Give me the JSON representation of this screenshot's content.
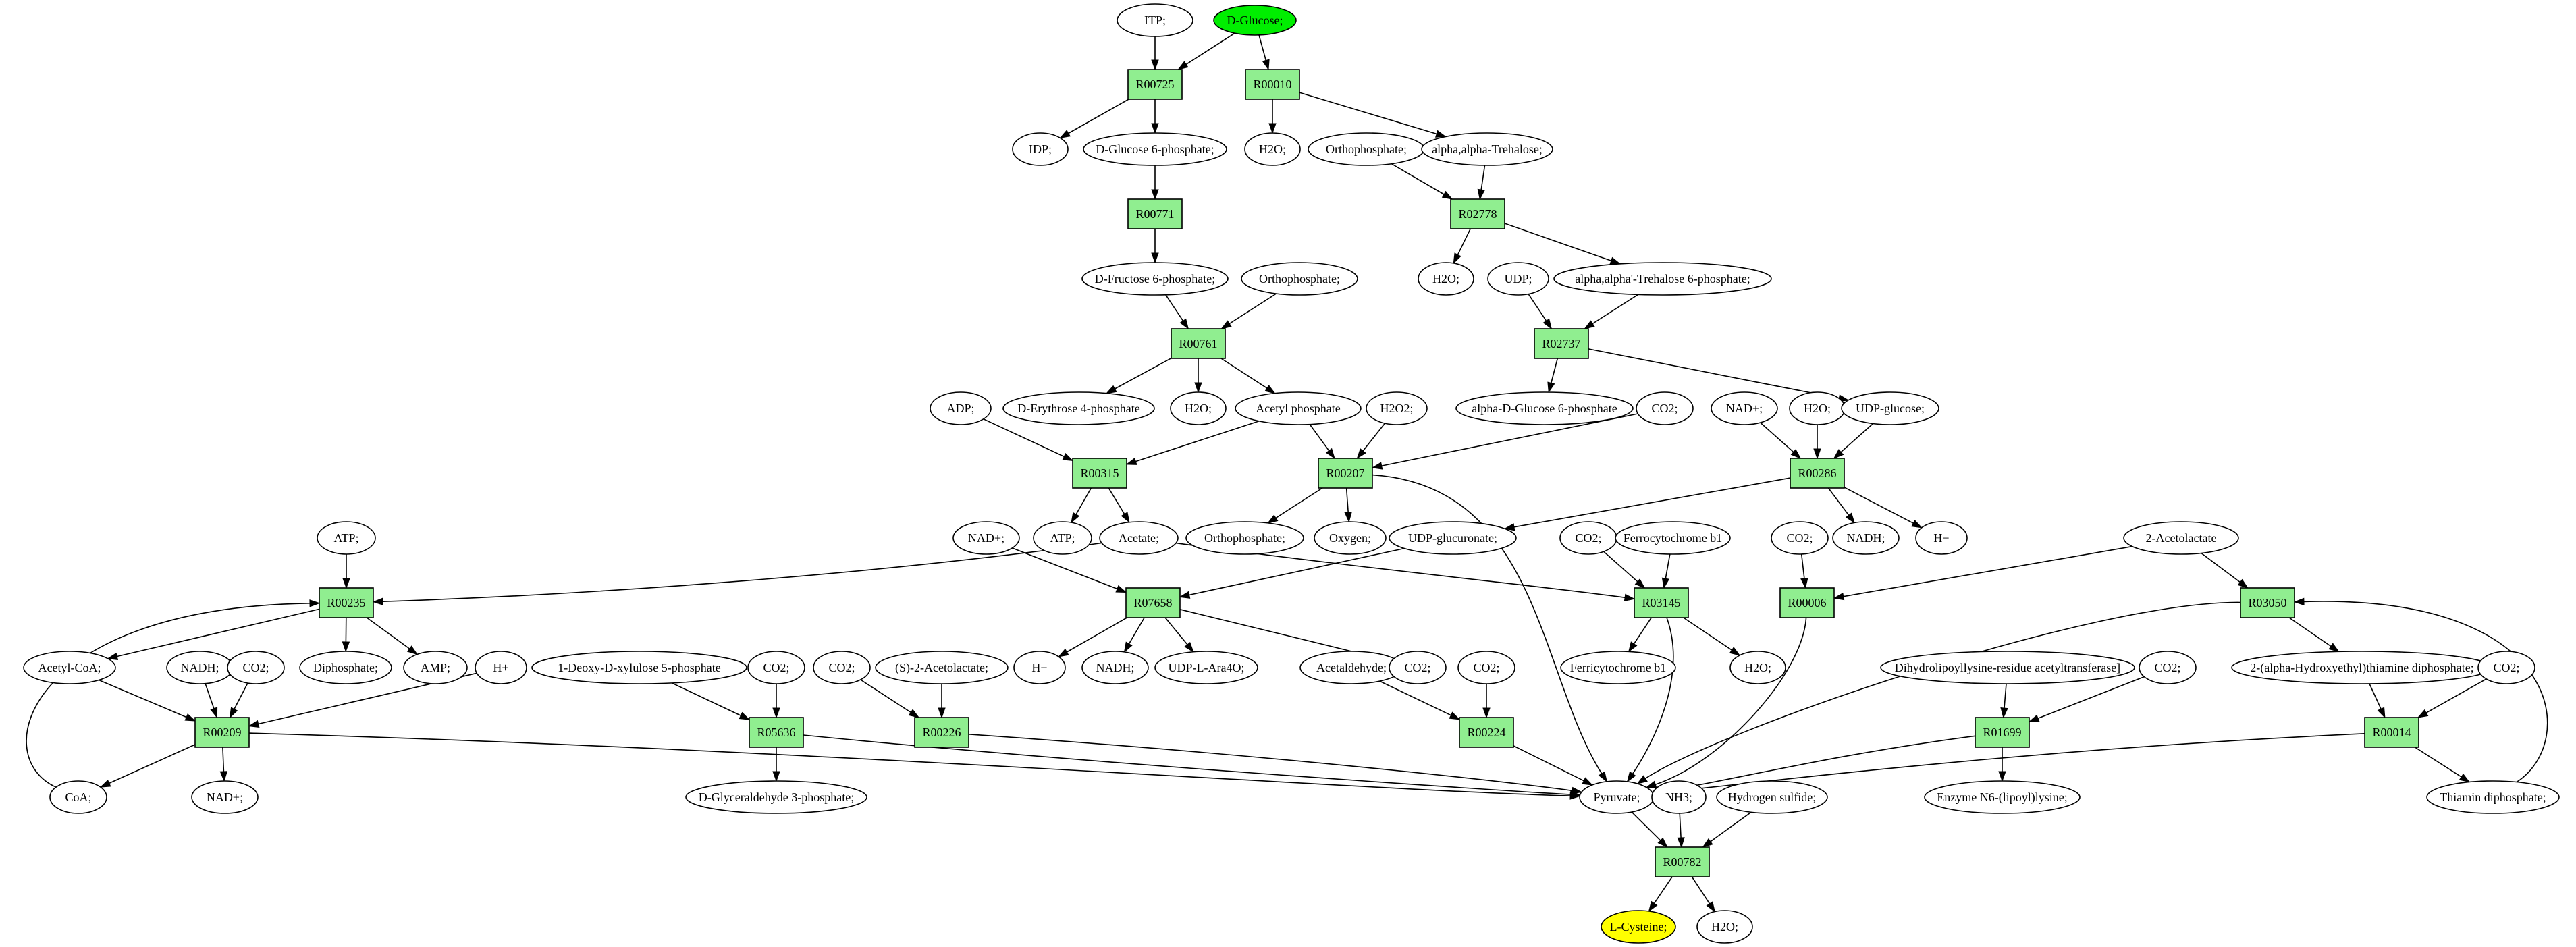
{
  "colors": {
    "reaction_fill": "#90ee90",
    "start_fill": "#00ee00",
    "end_fill": "#ffff00",
    "default_fill": "#ffffff",
    "stroke": "#000000"
  },
  "nodes": {
    "itp": "ITP;",
    "d_glucose": "D-Glucose;",
    "r00725": "R00725",
    "r00010": "R00010",
    "idp": "IDP;",
    "d_glucose_6p": "D-Glucose 6-phosphate;",
    "h2o_a": "H2O;",
    "orthophosphate_a": "Orthophosphate;",
    "trehalose": "alpha,alpha-Trehalose;",
    "r00771": "R00771",
    "r02778": "R02778",
    "d_fructose_6p": "D-Fructose 6-phosphate;",
    "orthophosphate_b": "Orthophosphate;",
    "h2o_b": "H2O;",
    "udp": "UDP;",
    "trehalose_6p": "alpha,alpha'-Trehalose 6-phosphate;",
    "r00761": "R00761",
    "r02737": "R02737",
    "adp": "ADP;",
    "d_erythrose_4p": "D-Erythrose 4-phosphate",
    "h2o_c": "H2O;",
    "acetyl_phosphate": "Acetyl phosphate",
    "h2o2": "H2O2;",
    "alpha_d_glucose_6p": "alpha-D-Glucose 6-phosphate",
    "co2_a": "CO2;",
    "nad_plus_a": "NAD+;",
    "h2o_d": "H2O;",
    "udp_glucose": "UDP-glucose;",
    "r00315": "R00315",
    "r00207": "R00207",
    "r00286": "R00286",
    "atp_a": "ATP;",
    "atp_b": "ATP;",
    "acetate": "Acetate;",
    "orthophosphate_c": "Orthophosphate;",
    "oxygen": "Oxygen;",
    "nad_plus_b": "NAD+;",
    "udp_glucuronate": "UDP-glucuronate;",
    "co2_b": "CO2;",
    "ferrocytochrome": "Ferrocytochrome b1",
    "co2_c": "CO2;",
    "nadh_a": "NADH;",
    "h_plus_a": "H+",
    "acetolactate_2": "2-Acetolactate",
    "r00235": "R00235",
    "r07658": "R07658",
    "r03145": "R03145",
    "r00006": "R00006",
    "r03050": "R03050",
    "acetyl_coa": "Acetyl-CoA;",
    "nadh_b": "NADH;",
    "co2_d": "CO2;",
    "diphosphate": "Diphosphate;",
    "amp": "AMP;",
    "h_plus_b": "H+",
    "deoxy_xylulose": "1-Deoxy-D-xylulose 5-phosphate",
    "co2_e": "CO2;",
    "co2_f": "CO2;",
    "s_acetolactate": "(S)-2-Acetolactate;",
    "h_plus_c": "H+",
    "nadh_c": "NADH;",
    "udp_ara4o": "UDP-L-Ara4O;",
    "acetaldehyde": "Acetaldehyde;",
    "co2_g": "CO2;",
    "co2_h": "CO2;",
    "ferricytochrome": "Ferricytochrome b1",
    "h2o_e": "H2O;",
    "dihydrolipoyllysine": "Dihydrolipoyllysine-residue acetyltransferase]",
    "co2_i": "CO2;",
    "hydroxyethyl_tpp": "2-(alpha-Hydroxyethyl)thiamine diphosphate;",
    "co2_j": "CO2;",
    "r00209": "R00209",
    "r05636": "R05636",
    "r00226": "R00226",
    "r00224": "R00224",
    "r01699": "R01699",
    "r00014": "R00014",
    "coa": "CoA;",
    "nad_plus_c": "NAD+;",
    "d_glyceraldehyde_3p": "D-Glyceraldehyde 3-phosphate;",
    "pyruvate": "Pyruvate;",
    "nh3": "NH3;",
    "hydrogen_sulfide": "Hydrogen sulfide;",
    "enzyme_lipoyllysine": "Enzyme N6-(lipoyl)lysine;",
    "thiamin_diphosphate": "Thiamin diphosphate;",
    "r00782": "R00782",
    "l_cysteine": "L-Cysteine;",
    "h2o_f": "H2O;"
  }
}
